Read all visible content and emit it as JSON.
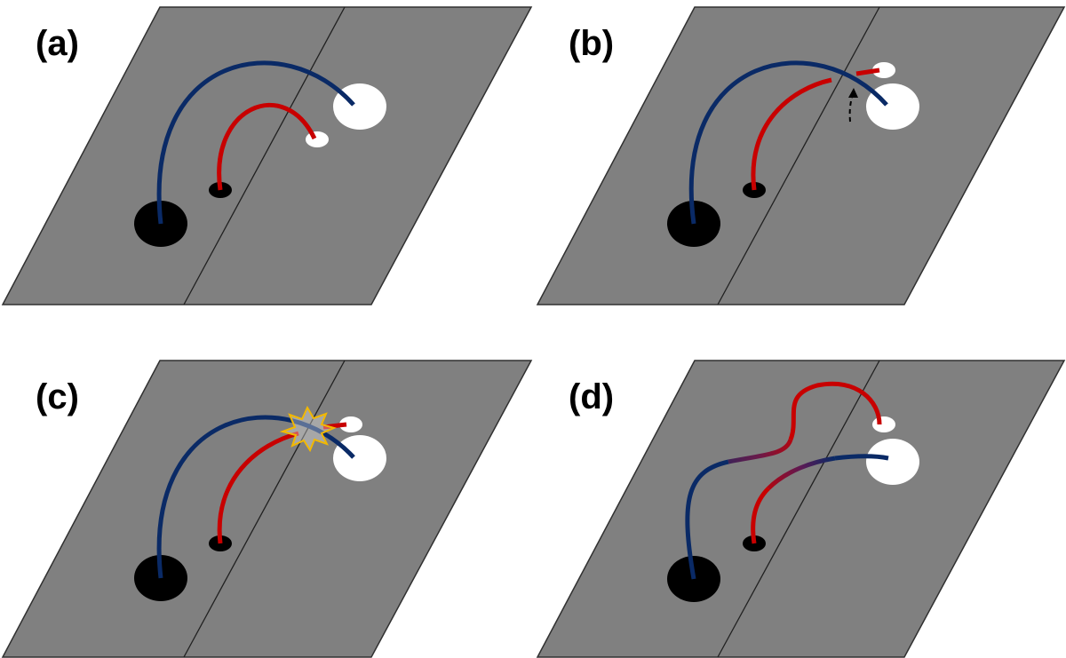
{
  "colors": {
    "plane": "#808080",
    "background": "#ffffff",
    "positive_spot": "#ffffff",
    "negative_spot": "#000000",
    "outer_loop": "#0a2a66",
    "inner_loop": "#c80000",
    "flare_fill": "#f2f2f2",
    "flare_outline": "#f2b800"
  },
  "panels": [
    {
      "label": "(a)"
    },
    {
      "label": "(b)"
    },
    {
      "label": "(c)"
    },
    {
      "label": "(d)"
    }
  ]
}
